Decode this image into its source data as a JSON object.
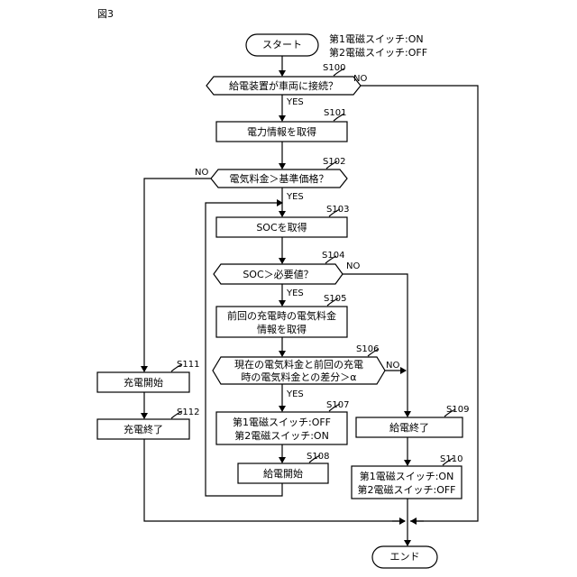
{
  "figure_label": "図3",
  "start_label": "スタート",
  "end_label": "エンド",
  "initial_state": [
    "第1電磁スイッチ:ON",
    "第2電磁スイッチ:OFF"
  ],
  "steps": {
    "s100": {
      "id": "S100",
      "text": "給電装置が車両に接続？"
    },
    "s101": {
      "id": "S101",
      "text": "電力情報を取得"
    },
    "s102": {
      "id": "S102",
      "text": "電気料金＞基準価格？"
    },
    "s103": {
      "id": "S103",
      "text": "SOCを取得"
    },
    "s104": {
      "id": "S104",
      "text": "SOC＞必要値？"
    },
    "s105": {
      "id": "S105",
      "lines": [
        "前回の充電時の電気料金",
        "情報を取得"
      ]
    },
    "s106": {
      "id": "S106",
      "lines": [
        "現在の電気料金と前回の充電",
        "時の電気料金との差分＞α"
      ]
    },
    "s107": {
      "id": "S107",
      "lines": [
        "第1電磁スイッチ:OFF",
        "第2電磁スイッチ:ON"
      ]
    },
    "s108": {
      "id": "S108",
      "text": "給電開始"
    },
    "s109": {
      "id": "S109",
      "text": "給電終了"
    },
    "s110": {
      "id": "S110",
      "lines": [
        "第1電磁スイッチ:ON",
        "第2電磁スイッチ:OFF"
      ]
    },
    "s111": {
      "id": "S111",
      "text": "充電開始"
    },
    "s112": {
      "id": "S112",
      "text": "充電終了"
    }
  },
  "branch_labels": {
    "yes": "YES",
    "no": "NO"
  }
}
